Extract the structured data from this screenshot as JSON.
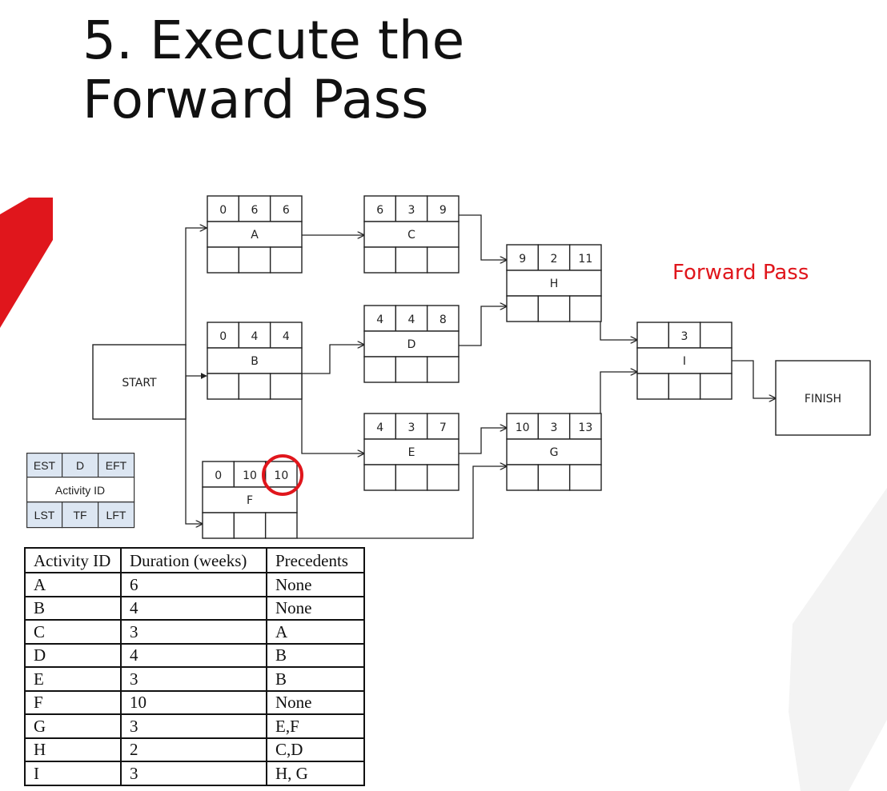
{
  "slide": {
    "title_line1": "5. Execute the",
    "title_line2": "Forward Pass",
    "forward_pass_label": "Forward Pass"
  },
  "colors": {
    "accent_red": "#e0161c",
    "legend_fill": "#dce6f2",
    "line": "#222222"
  },
  "nodes": {
    "start": "START",
    "finish": "FINISH"
  },
  "activities": {
    "A": {
      "est": "0",
      "d": "6",
      "eft": "6",
      "id": "A"
    },
    "B": {
      "est": "0",
      "d": "4",
      "eft": "4",
      "id": "B"
    },
    "C": {
      "est": "6",
      "d": "3",
      "eft": "9",
      "id": "C"
    },
    "D": {
      "est": "4",
      "d": "4",
      "eft": "8",
      "id": "D"
    },
    "E": {
      "est": "4",
      "d": "3",
      "eft": "7",
      "id": "E"
    },
    "F": {
      "est": "0",
      "d": "10",
      "eft": "10",
      "id": "F"
    },
    "G": {
      "est": "10",
      "d": "3",
      "eft": "13",
      "id": "G"
    },
    "H": {
      "est": "9",
      "d": "2",
      "eft": "11",
      "id": "H"
    },
    "I": {
      "est": "",
      "d": "3",
      "eft": "",
      "id": "I"
    }
  },
  "legend": {
    "est": "EST",
    "d": "D",
    "eft": "EFT",
    "activity_id": "Activity ID",
    "lst": "LST",
    "tf": "TF",
    "lft": "LFT"
  },
  "table": {
    "headers": [
      "Activity ID",
      "Duration (weeks)",
      "Precedents"
    ],
    "rows": [
      [
        "A",
        "6",
        "None"
      ],
      [
        "B",
        "4",
        "None"
      ],
      [
        "C",
        "3",
        "A"
      ],
      [
        "D",
        "4",
        "B"
      ],
      [
        "E",
        "3",
        "B"
      ],
      [
        "F",
        "10",
        "None"
      ],
      [
        "G",
        "3",
        "E,F"
      ],
      [
        "H",
        "2",
        "C,D"
      ],
      [
        "I",
        "3",
        "H, G"
      ]
    ]
  }
}
